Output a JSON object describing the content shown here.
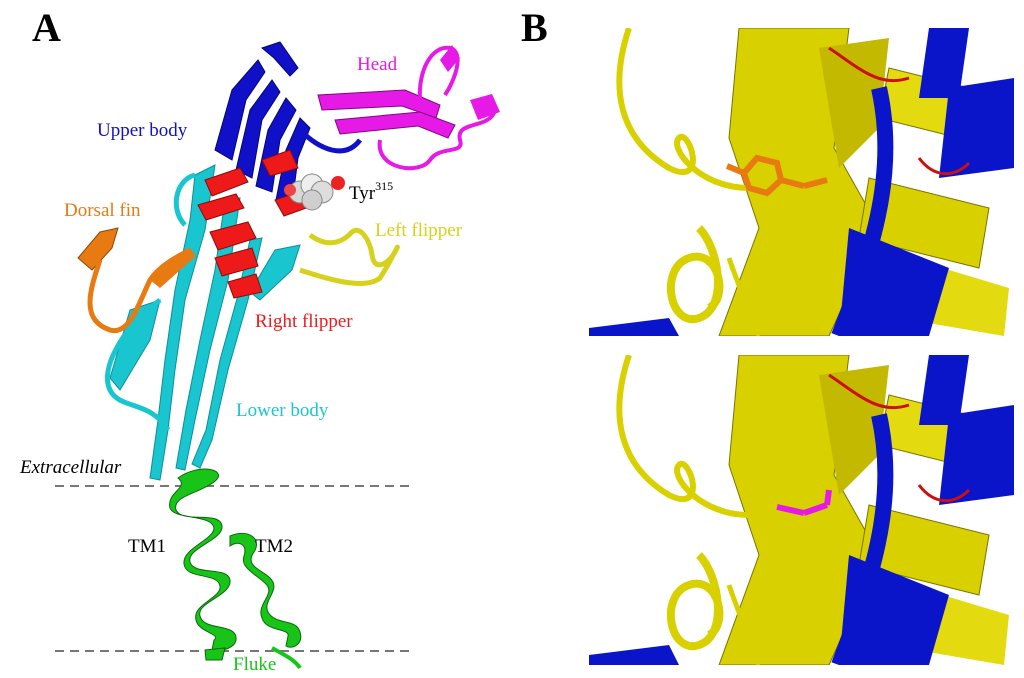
{
  "panels": {
    "a_letter": "A",
    "b_letter": "B"
  },
  "labels": {
    "head": "Head",
    "upper_body": "Upper body",
    "tyr": "Tyr",
    "tyr_sup": "315",
    "dorsal_fin": "Dorsal fin",
    "left_flipper": "Left flipper",
    "right_flipper": "Right flipper",
    "lower_body": "Lower body",
    "extracellular": "Extracellular",
    "tm1": "TM1",
    "tm2": "TM2",
    "fluke": "Fluke"
  },
  "colors": {
    "head": "#e619e6",
    "upper_body": "#1010c8",
    "dorsal_fin": "#e87a12",
    "left_flipper": "#d6d21c",
    "right_flipper": "#ee1a1a",
    "lower_body": "#19c6d0",
    "transmembrane": "#18c418",
    "membrane_line": "#777777",
    "panel_b_yellow": "#d9d000",
    "panel_b_blue": "#0a14c8",
    "panel_b_red": "#cc1010",
    "tyrosine_orange": "#e87a12",
    "mutant_magenta": "#e619e6"
  }
}
